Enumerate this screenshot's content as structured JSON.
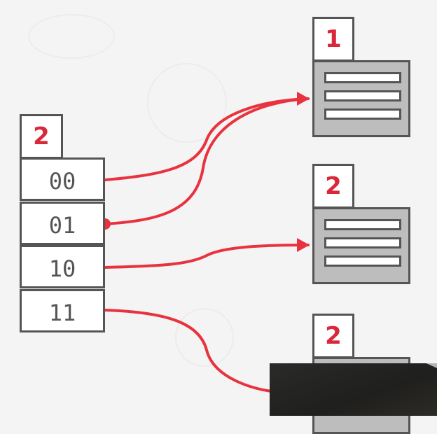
{
  "directory": {
    "global_depth": "2",
    "slots": [
      {
        "label": "00",
        "target_bucket": 0
      },
      {
        "label": "01",
        "target_bucket": 0
      },
      {
        "label": "10",
        "target_bucket": 1
      },
      {
        "label": "11",
        "target_bucket": 2
      }
    ]
  },
  "buckets": [
    {
      "local_depth": "1"
    },
    {
      "local_depth": "2"
    },
    {
      "local_depth": "2"
    }
  ],
  "colors": {
    "pointer": "#e8333f",
    "depth_text": "#d9283a",
    "border": "#555555",
    "bucket_fill": "#bdbdbd"
  }
}
